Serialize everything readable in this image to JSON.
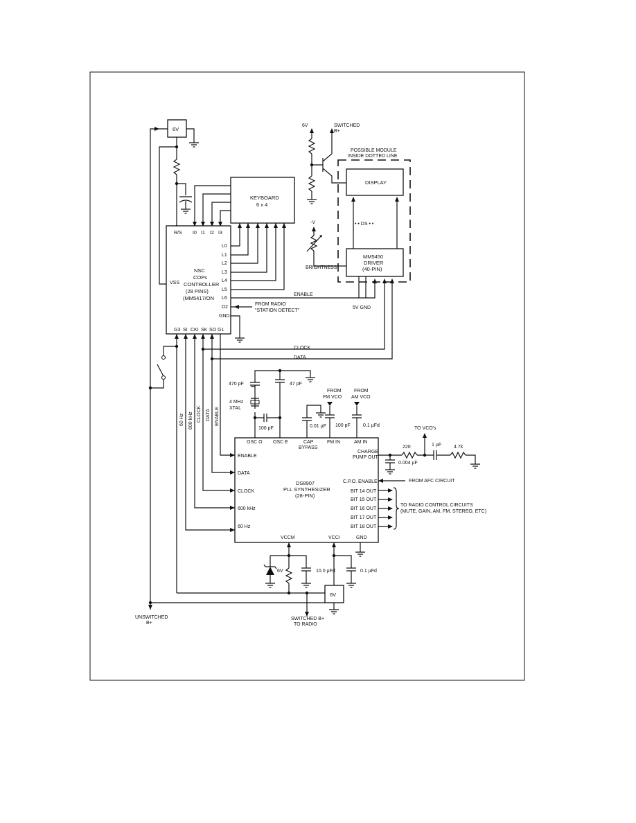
{
  "controller": {
    "lines": [
      "NSC",
      "COPs",
      "CONTROLLER",
      "(28 PINS)",
      "(MM5417/ON"
    ],
    "pins_top": [
      "R/S",
      "I0",
      "I1",
      "I2",
      "I3"
    ],
    "pins_right": [
      "L0",
      "L1",
      "L2",
      "L3",
      "L4",
      "L5",
      "L6",
      "D2",
      "GND"
    ],
    "pins_bottom": [
      "G3",
      "SI",
      "CKI",
      "SK",
      "SO",
      "G1"
    ],
    "vss": "VSS"
  },
  "keyboard": {
    "lines": [
      "KEYBOARD",
      "6 x 4"
    ]
  },
  "display": {
    "label": "DISPLAY"
  },
  "driver": {
    "lines": [
      "MM5450",
      "DRIVER",
      "(40-PIN)"
    ]
  },
  "module": {
    "lines": [
      "POSSIBLE MODULE",
      "INSIDE DOTTED LINE"
    ]
  },
  "synth": {
    "lines": [
      "DS8907",
      "PLL SYNTHESIZER",
      "(28-PIN)"
    ],
    "pins_top": [
      "OSC O",
      "OSC E",
      "CAP",
      "BYPASS",
      "FM IN",
      "AM IN"
    ],
    "pins_left": [
      "ENABLE",
      "DATA",
      "CLOCK",
      "600 kHz",
      "60 Hz"
    ],
    "pins_right": [
      "CHARGE",
      "PUMP OUT",
      "C.P.O. ENABLE",
      "BIT 14 OUT",
      "BIT 15 OUT",
      "BIT 16 OUT",
      "BIT 17 OUT",
      "BIT 18 OUT"
    ],
    "pins_bottom": [
      "VCCM",
      "VCCI",
      "GND"
    ]
  },
  "labels": {
    "v6_top": "6V",
    "v6_bottom": "6V",
    "zener": "6V",
    "v6_driver": "6V",
    "switched": "SWITCHED",
    "b_plus": "B+",
    "neg_v": "-V",
    "brightness": "BRIGHTNESS",
    "ds": "• •   DS   • •",
    "enable": "ENABLE",
    "from_radio": "FROM RADIO",
    "station_detect": "\"STATION DETECT\"",
    "gnd_driver": "5V GND",
    "clock": "CLOCK",
    "data": "DATA",
    "c470": "470 pF",
    "c47": "47 pF",
    "xtal": [
      "4 MHz",
      "XTAL"
    ],
    "c100": "100 pF",
    "c001": "0.01 µF",
    "c100b": "100 pF",
    "c01": "0.1 µFd",
    "from_fm": [
      "FROM",
      "FM VCO"
    ],
    "from_am": [
      "FROM",
      "AM VCO"
    ],
    "to_vcos": "TO VCO's",
    "r220": "220",
    "c1uf": "1 µF",
    "r47k": "4.7k",
    "c004": "0.004 µF",
    "from_afc": "FROM AFC CIRCUIT",
    "to_radio": [
      "TO RADIO CONTROL CIRCUITS",
      "(MUTE, GAIN, AM, FM, STEREO, ETC)"
    ],
    "v60hz": "60 Hz",
    "v600khz": "600 kHz",
    "vclock": "CLOCK",
    "vdata": "DATA",
    "venable": "ENABLE",
    "c10": "10.0 µFd",
    "c01b": "0.1 µFd",
    "unswitched": [
      "UNSWITCHED",
      "B+"
    ],
    "switched_b": [
      "SWITCHED B+",
      "TO RADIO"
    ]
  }
}
